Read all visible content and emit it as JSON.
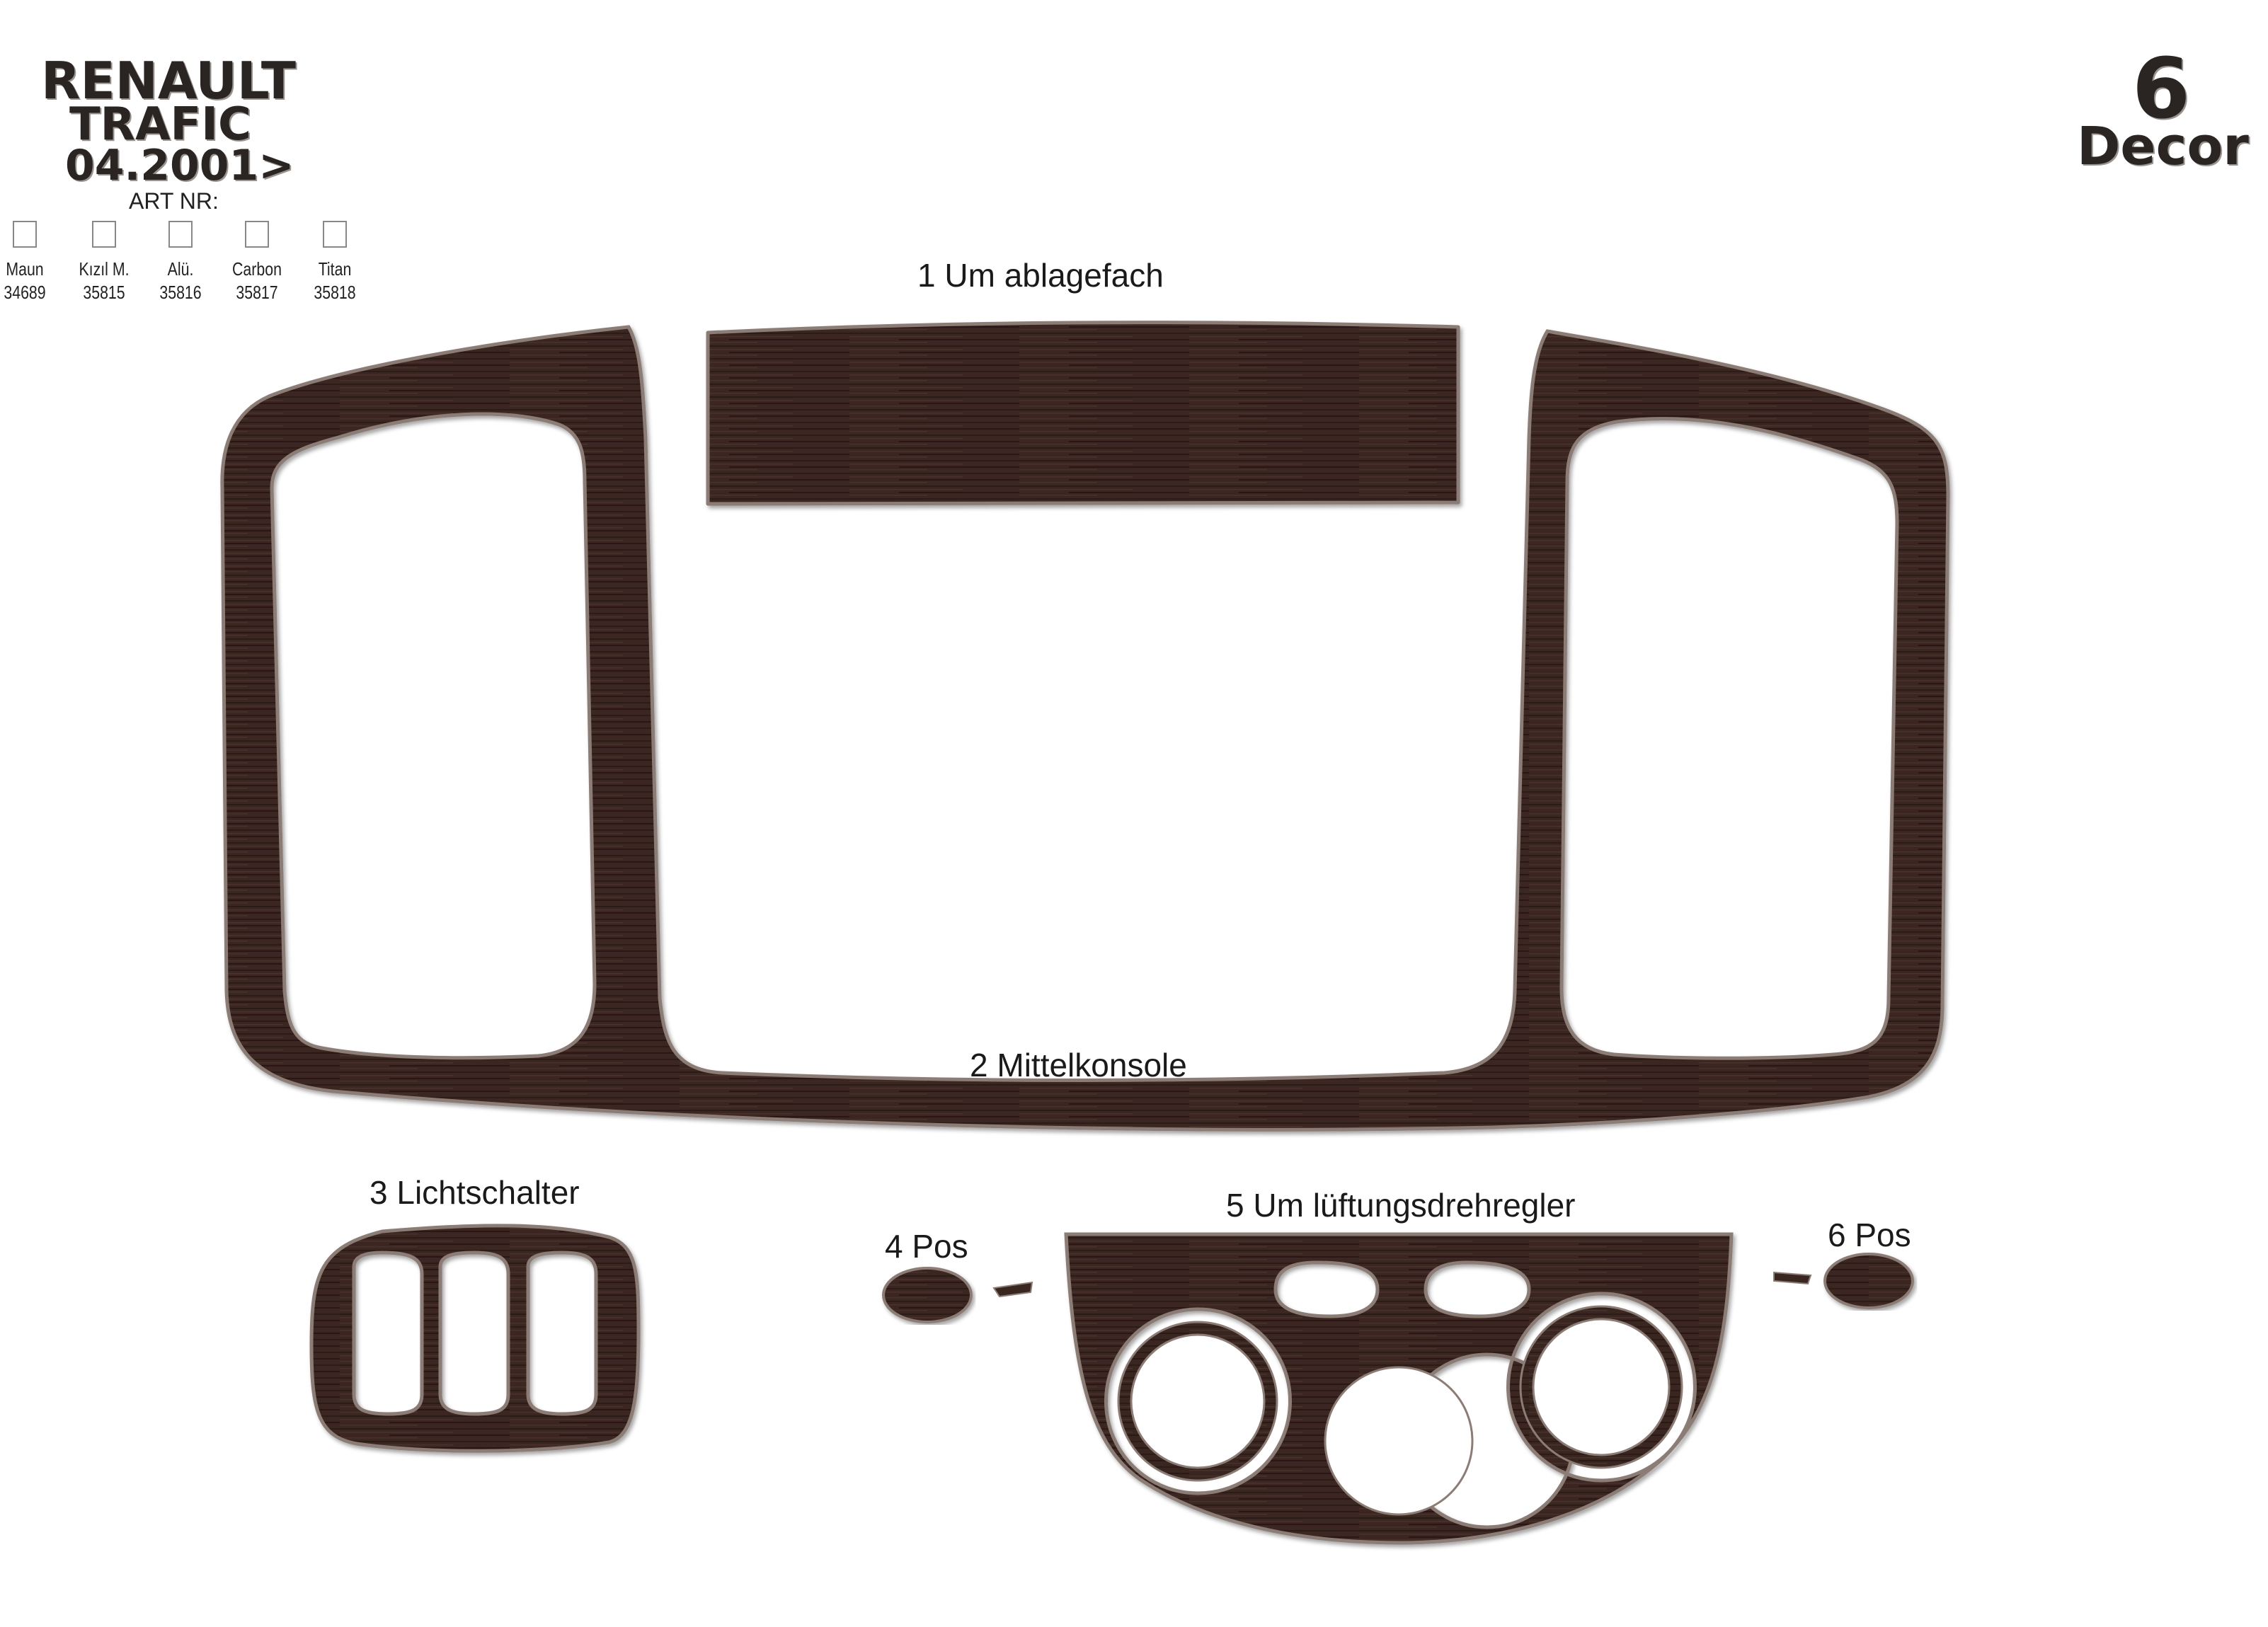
{
  "header": {
    "make": "RENAULT",
    "model": "TRAFIC",
    "year": "04.2001>",
    "art_nr_label": "ART NR:"
  },
  "variants": [
    {
      "name": "Maun",
      "number": "34689"
    },
    {
      "name": "Kızıl M.",
      "number": "35815"
    },
    {
      "name": "Alü.",
      "number": "35816"
    },
    {
      "name": "Carbon",
      "number": "35817"
    },
    {
      "name": "Titan",
      "number": "35818"
    }
  ],
  "kit": {
    "count": "6",
    "label": "Decor"
  },
  "parts": [
    {
      "number": "1",
      "name": "Um ablagefach"
    },
    {
      "number": "2",
      "name": "Mittelkonsole"
    },
    {
      "number": "3",
      "name": "Lichtschalter"
    },
    {
      "number": "4",
      "name": "Pos"
    },
    {
      "number": "5",
      "name": "Um lüftungsdrehregler"
    },
    {
      "number": "6",
      "name": "Pos"
    }
  ],
  "colors": {
    "wood": "#3a2621",
    "wood_dark": "#241512",
    "wood_light": "#5a4038",
    "bevel": "#8c7c76"
  }
}
